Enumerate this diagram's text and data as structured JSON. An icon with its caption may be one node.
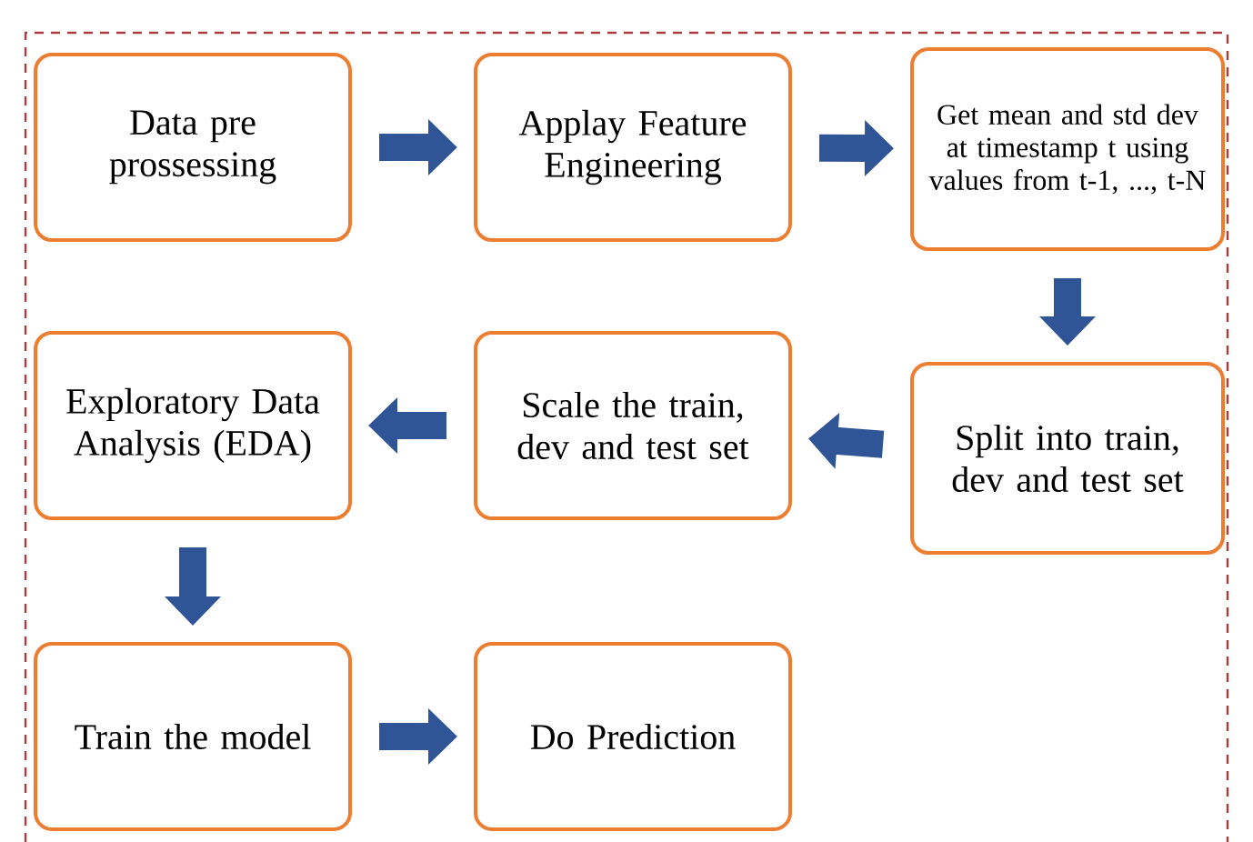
{
  "diagram": {
    "nodes": [
      {
        "text": [
          "Data pre prossessing"
        ]
      },
      {
        "text": [
          "Applay Feature Engineering"
        ]
      },
      {
        "text": [
          "Get mean and std dev at timestamp t using values from t-1, ..., t-N"
        ]
      },
      {
        "text": [
          "Exploratory Data Analysis (EDA)"
        ]
      },
      {
        "text": [
          "Scale the train, dev and test set"
        ]
      },
      {
        "text": [
          "Split into train, dev and test set"
        ]
      },
      {
        "text": [
          "Train the model"
        ]
      },
      {
        "text": [
          "Do Prediction"
        ]
      }
    ],
    "edges": [
      {
        "from": 0,
        "to": 1,
        "arrow": "to"
      },
      {
        "from": 1,
        "to": 2,
        "arrow": "to"
      },
      {
        "from": 2,
        "to": 5,
        "arrow": "to"
      },
      {
        "from": 5,
        "to": 4,
        "arrow": "to"
      },
      {
        "from": 4,
        "to": 3,
        "arrow": "to"
      },
      {
        "from": 3,
        "to": 6,
        "arrow": "to"
      },
      {
        "from": 6,
        "to": 7,
        "arrow": "to"
      }
    ]
  }
}
